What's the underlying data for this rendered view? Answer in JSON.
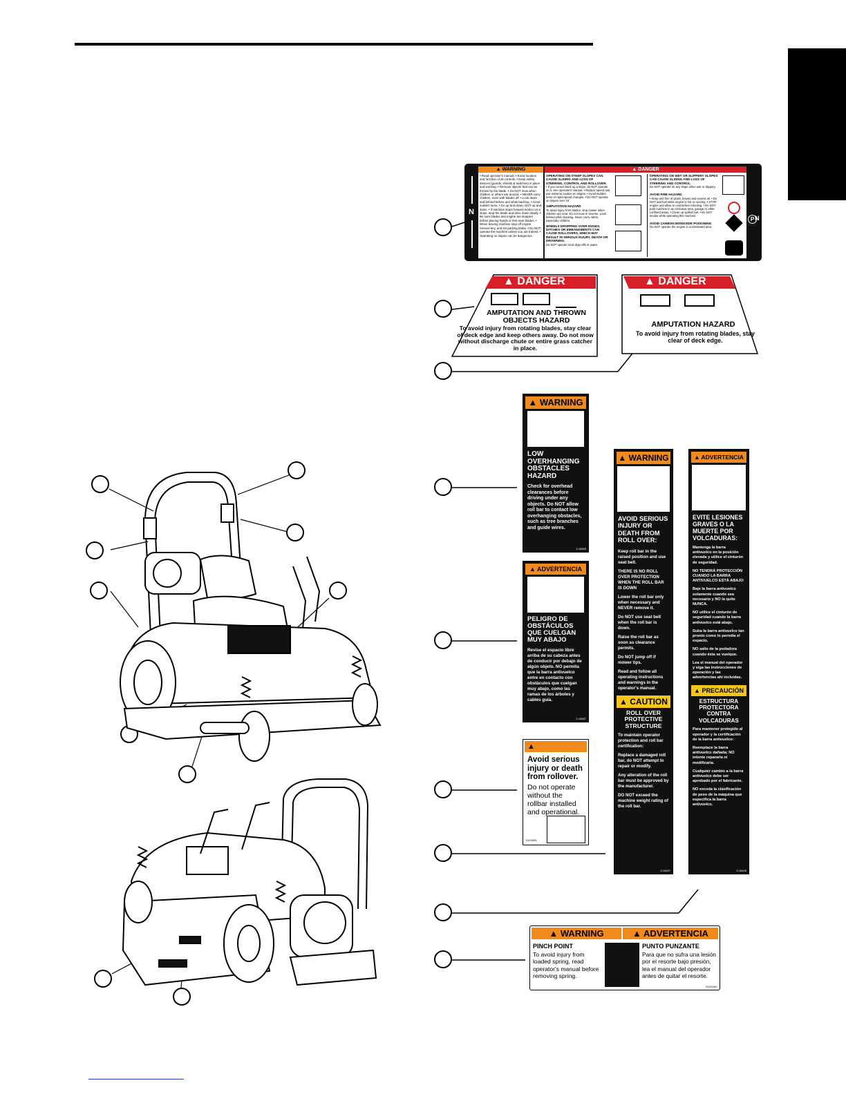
{
  "labels": {
    "console": {
      "warning_header": "WARNING",
      "danger_header": "DANGER",
      "neutral_left": "N",
      "neutral_right": "N",
      "park": "P",
      "warning_text": "• Read operator's manual. • Know location and function of all controls. • Keep safety devices (guards, shields & switches) in place and working. • Remove objects that can be thrown by the blade. • Do NOT mow when children or others are around. • NEVER carry children, even with blades off. • Look down and behind before and while backing. • Avoid sudden turns. • Go up and down, NOT up and down. • If machine stops forward motion on a slope, stop the blade and drive down slowly. • Be sure blades and engine are stopped before placing hands or feet near blades. • When leaving machine stop off engine, remove key, and set parking brake. • Do NOT operate the machine unless you are trained. • Operating on slopes can be dangerous.",
      "steep_title": "OPERATING ON STEEP SLOPES CAN CAUSE SLIDING AND LOSS OF STEERING, CONTROL AND ROLLOVER.",
      "steep_text": "• If you cannot back up a slope, do NOT operate on it. See operator's manual. • Reduce speed and use extreme caution on slopes. • Avoid sudden turns or rapid speed changes. • Do NOT operate on slopes over 15°.",
      "amp_title": "AMPUTATION HAZARD",
      "amp_text": "To avoid injury from blades, stop mower when children are near. Do not mow in reverse. Look behind when backing. Never carry riders, especially children.",
      "wheels_title": "WHEELS DROPPING OVER EDGES, DITCHES OR EMBANKMENTS CAN CAUSE ROLLOVERS, WHICH MAY RESULT IN SERIOUS INJURY, DEATH OR DROWNING.",
      "wheels_text": "Do NOT operate near drop-offs or water.",
      "wet_title": "OPERATING ON WET OR SLIPPERY SLOPES CAN CAUSE SLIDING AND LOSS OF STEERING AND CONTROL.",
      "wet_text": "Do NOT operate on any slope when wet or slippery.",
      "fire_title": "AVOID FIRE HAZARD",
      "fire_text": "• Keep unit free of grass, leaves and excess oil. • Do NOT add fuel while engine is hot or running. • STOP engine and allow to cool before refueling. • Do NOT park machine in an enclosed area, garage or other confined areas. • Clean up spilled fuel. • Do NOT smoke while operating this machine.",
      "co_title": "AVOID CARBON MONOXIDE POISONING",
      "co_text": "Do NOT operate the engine in unventilated area."
    },
    "danger_thrown": {
      "header": "DANGER",
      "title": "AMPUTATION AND THROWN OBJECTS HAZARD",
      "text": "To avoid injury from rotating blades, stay clear of deck edge and keep others away. Do not mow without discharge chute or entire grass catcher in place."
    },
    "danger_amp": {
      "header": "DANGER",
      "title": "AMPUTATION HAZARD",
      "text": "To avoid injury from rotating blades, stay clear of deck edge."
    },
    "overhang_en": {
      "header": "WARNING",
      "title": "LOW OVERHANGING OBSTACLES HAZARD",
      "text": "Check for overhead clearances before driving under any objects. Do NOT allow roll bar to contact low overhanging obstacles, such as tree branches and guide wires.",
      "code": "3-18465"
    },
    "overhang_es": {
      "header": "ADVERTENCIA",
      "title": "PELIGRO DE OBSTÁCULOS QUE CUELGAN MUY ABAJO",
      "text": "Revise el espacio libre arriba de su cabeza antes de conducir por debajo de algún objeto. NO permita que la barra antivuelco entre en contacto con obstáculos que cuelgan muy abajo, como las ramas de los árboles y cables guía.",
      "code": "3-18467"
    },
    "rollover_small": {
      "title": "Avoid serious injury or death from rollover.",
      "text": "Do not operate without the rollbar installed and operational.",
      "code": "5103455"
    },
    "rops_en": {
      "header": "WARNING",
      "title": "AVOID SERIOUS INJURY OR DEATH FROM ROLL OVER:",
      "p1": "Keep roll bar in the raised position and use seat belt.",
      "p2": "THERE IS NO ROLL OVER PROTECTION WHEN THE ROLL BAR IS DOWN",
      "p3": "Lower the roll bar only when necessary and NEVER remove it.",
      "p4": "Do NOT use seat belt when the roll bar is down.",
      "p5": "Raise the roll bar as soon as clearance permits.",
      "p6": "Do NOT jump off if mower tips.",
      "p7": "Read and follow all operating instructions and warnings in the operator's manual.",
      "caution_header": "CAUTION",
      "caution_title": "ROLL OVER PROTECTIVE STRUCTURE",
      "c1": "To maintain operator protection and roll bar certification:",
      "c2": "Replace a damaged roll bar, do NOT attempt to repair or modify.",
      "c3": "Any alteration of the roll bar must be approved by the manufacturer.",
      "c4": "DO NOT exceed the machine weight rating of the roll bar.",
      "code": "3-18427"
    },
    "rops_es": {
      "header": "ADVERTENCIA",
      "title": "EVITE LESIONES GRAVES O LA MUERTE POR VOLCADURAS:",
      "p1": "Mantenga la barra antivuelco en la posición elevada y utilice el cinturón de seguridad.",
      "p2": "NO TENDRÁ PROTECCIÓN CUANDO LA BARRA ANTIVUELCO ESTÁ ABAJO",
      "p3": "Baje la barra antivuelco solamente cuando sea necesario y NO la quite NUNCA.",
      "p4": "NO utilice el cinturón de seguridad cuando la barra antivuelco está abajo.",
      "p5": "Suba la barra antivuelco tan pronto como lo permita el espacio.",
      "p6": "NO salte de la podadora cuando ésta se vuelque.",
      "p7": "Lea el manual del operador y siga las instrucciones de operación y las advertencias ahí incluidas.",
      "caution_header": "PRECAUCIÓN",
      "caution_title": "ESTRUCTURA PROTECTORA CONTRA VOLCADURAS",
      "c1": "Para mantener protegido al operador y la certificación de la barra antivuelco:",
      "c2": "Reemplace la barra antivuelco dañada; NO intente repararla ni modificarla.",
      "c3": "Cualquier cambio a la barra antivuelco debe ser aprobado por el fabricante.",
      "c4": "NO exceda la clasificación de peso de la máquina que especifica la barra antivuelco.",
      "code": "3-18428"
    },
    "pinch": {
      "header_en": "WARNING",
      "header_es": "ADVERTENCIA",
      "title_en": "PINCH POINT",
      "text_en": "To avoid injury from loaded spring, read operator's manual before removing spring.",
      "title_es": "PUNTO PUNZANTE",
      "text_es": "Para que no sufra una lesión por el resorte bajo presión, lea el manual del operador antes de quitar el resorte.",
      "code": "5103184"
    }
  },
  "colors": {
    "danger_red": "#d61f26",
    "warning_orange": "#f08a1c",
    "caution_yellow": "#f5c51a"
  }
}
